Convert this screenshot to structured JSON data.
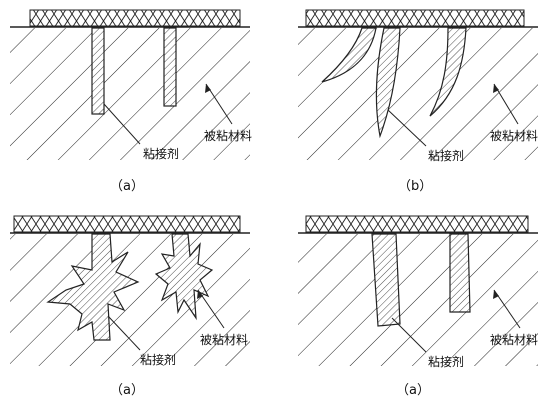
{
  "panels": [
    {
      "caption": "（a）",
      "adhesive_label": "粘接剂",
      "substrate_label": "被粘材料"
    },
    {
      "caption": "（b）",
      "adhesive_label": "粘接剂",
      "substrate_label": "被粘材料"
    },
    {
      "caption": "（a）",
      "adhesive_label": "粘接剂",
      "substrate_label": "被粘材料"
    },
    {
      "caption": "（a）",
      "adhesive_label": "粘接剂",
      "substrate_label": "被粘材料"
    }
  ],
  "colors": {
    "line": "#222222",
    "background": "#ffffff"
  }
}
